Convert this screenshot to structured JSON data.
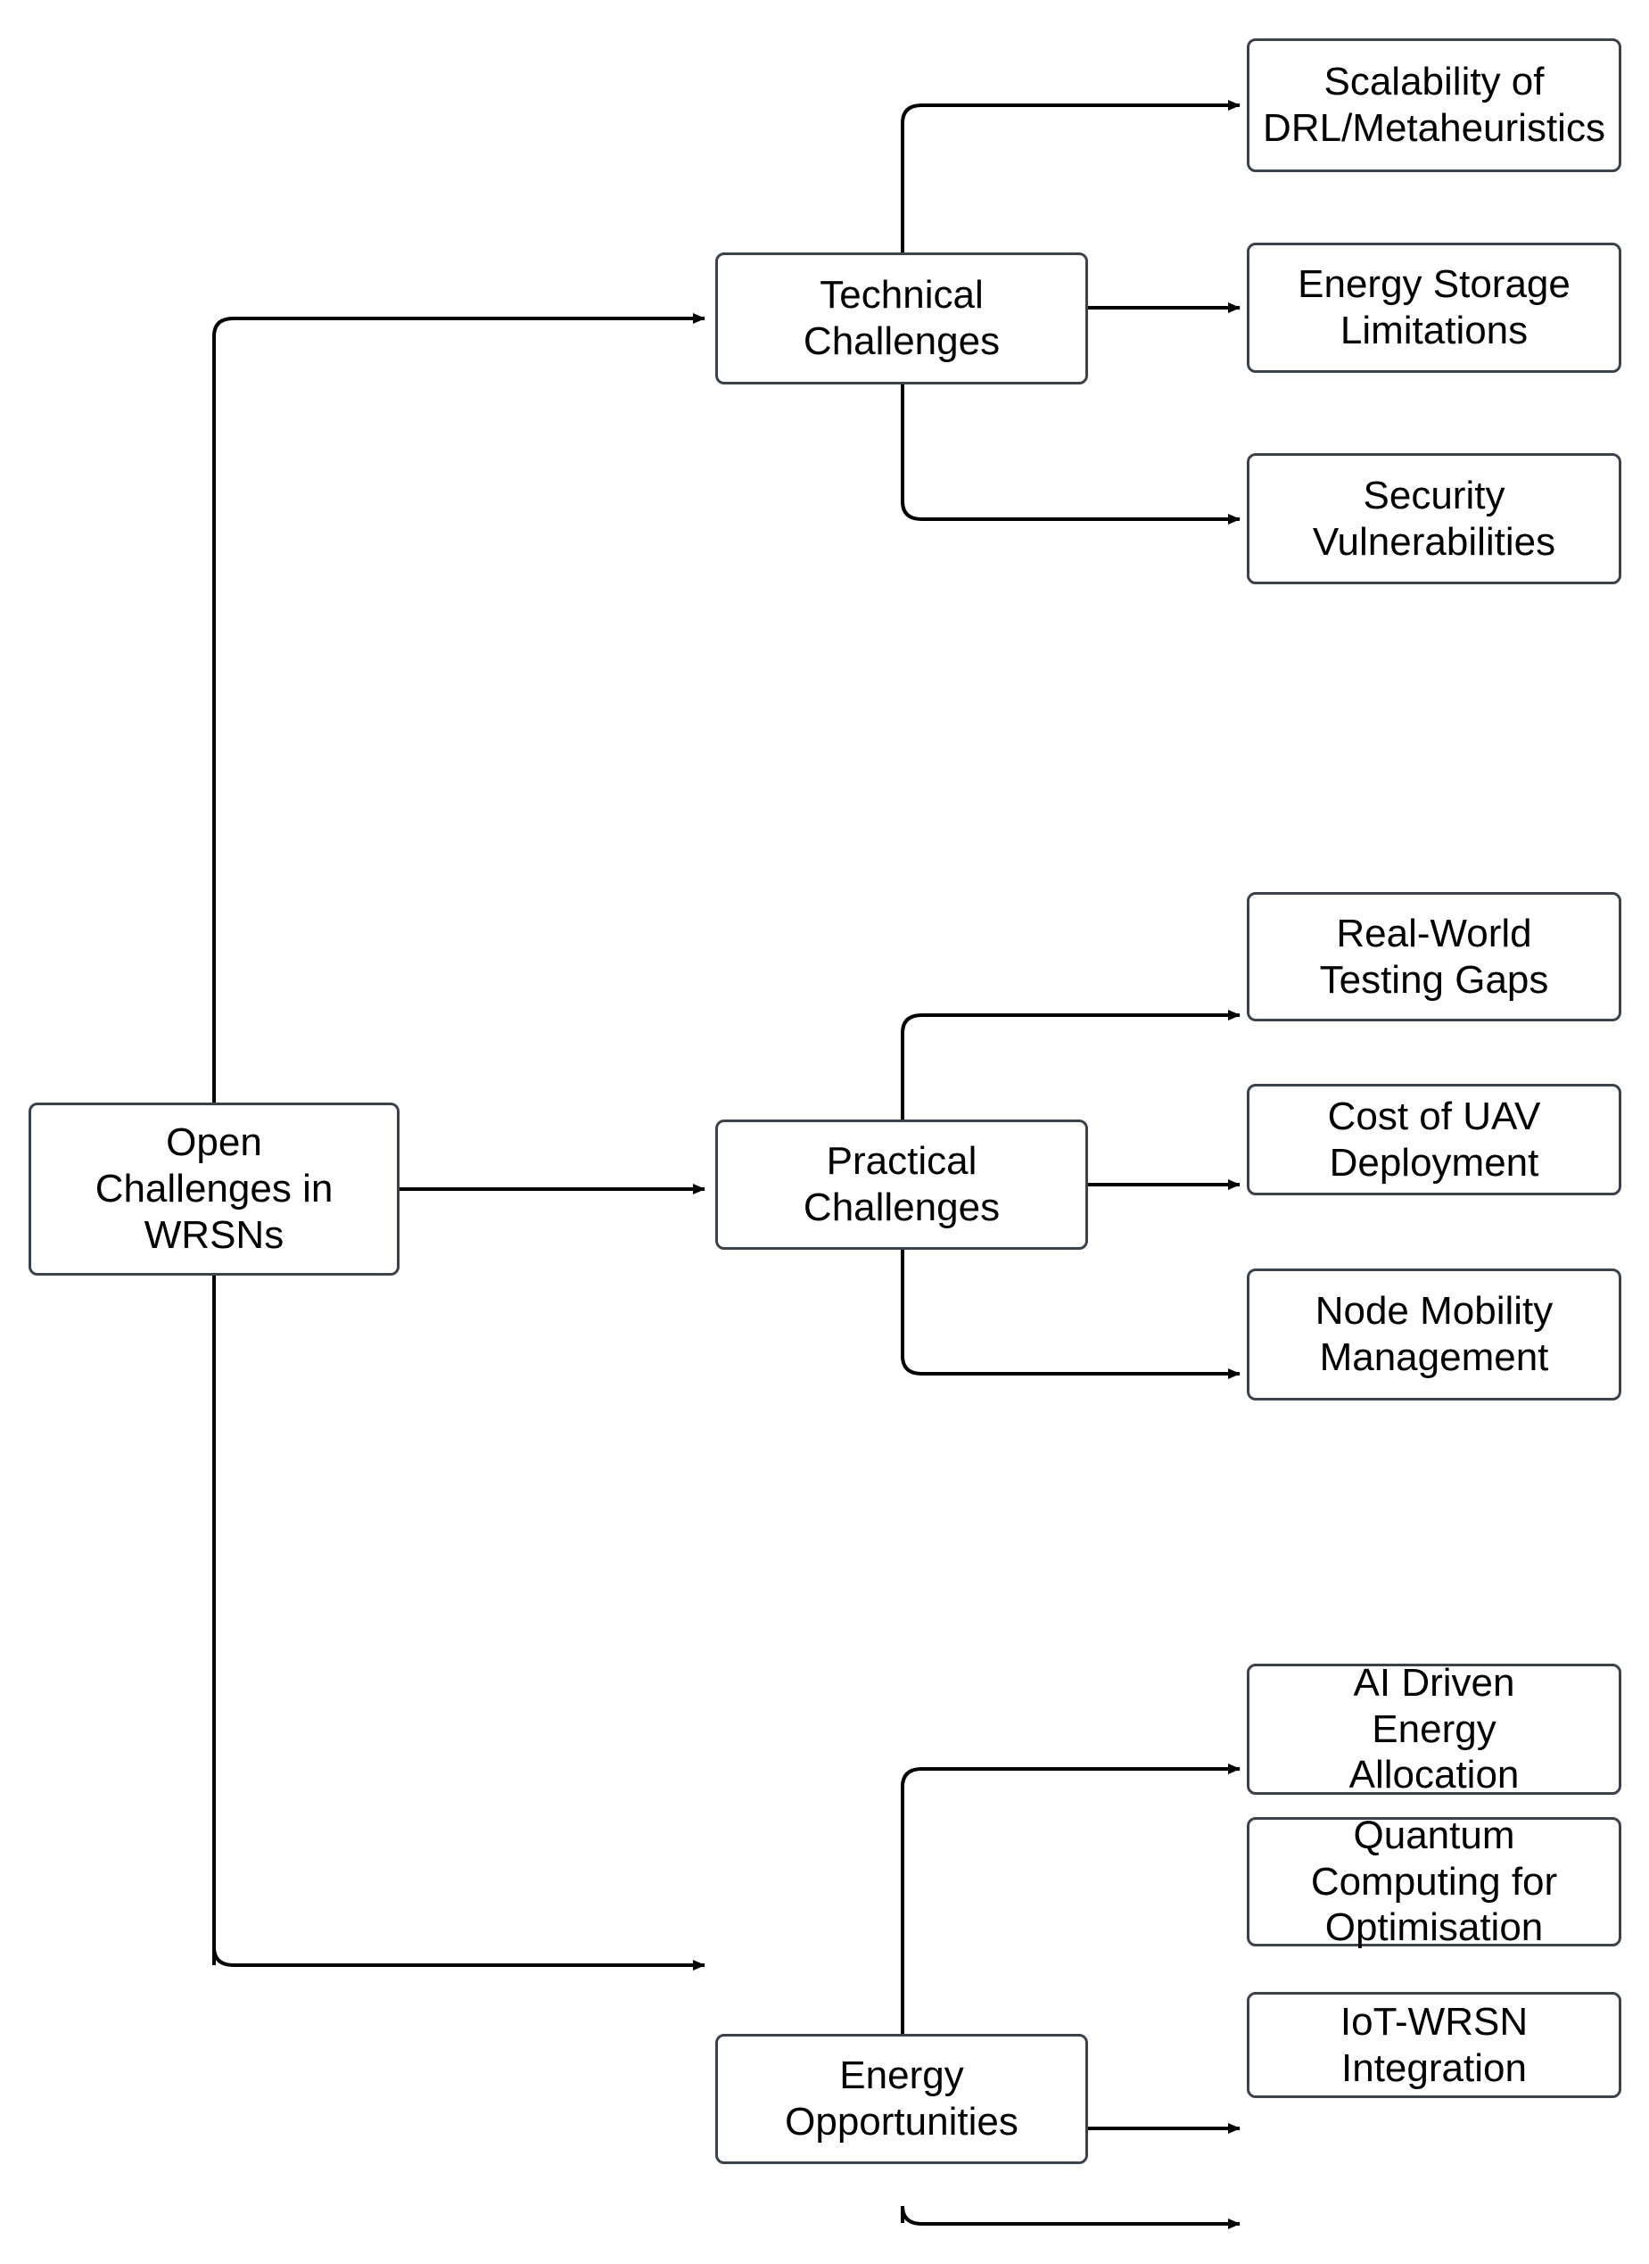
{
  "diagram": {
    "title": "Open Challenges in WRSNs",
    "type": "tree-flowchart",
    "colors": {
      "node_border": "#3b424c",
      "node_fill": "#ffffff",
      "edge": "#000000",
      "text": "#000000",
      "background": "#ffffff"
    },
    "root": {
      "label": "Open\nChallenges in\nWRSNs"
    },
    "branches": [
      {
        "label": "Technical\nChallenges",
        "children": [
          {
            "label": "Scalability of\nDRL/Metaheuristics"
          },
          {
            "label": "Energy Storage\nLimitations"
          },
          {
            "label": "Security\nVulnerabilities"
          }
        ]
      },
      {
        "label": "Practical\nChallenges",
        "children": [
          {
            "label": "Real-World\nTesting Gaps"
          },
          {
            "label": "Cost of UAV\nDeployment"
          },
          {
            "label": "Node Mobility\nManagement"
          }
        ]
      },
      {
        "label": "Energy\nOpportunities",
        "children": [
          {
            "label": "AI Driven\nEnergy\nAllocation"
          },
          {
            "label": "Quantum\nComputing for\nOptimisation"
          },
          {
            "label": "IoT-WRSN\nIntegration"
          }
        ]
      }
    ]
  }
}
